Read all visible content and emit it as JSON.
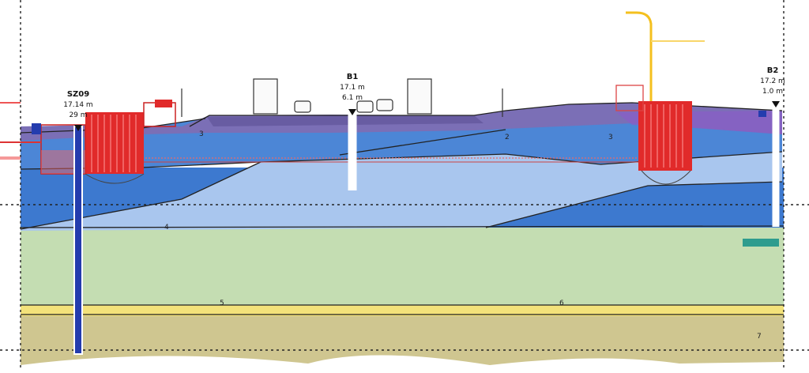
{
  "boreholes": [
    {
      "name": "SZ09",
      "elev": "17.14 m",
      "depth": "29 m"
    },
    {
      "name": "B1",
      "elev": "17.1 m",
      "depth": "6.1 m"
    },
    {
      "name": "B2",
      "elev": "17.2 m",
      "depth": "1.0 m"
    }
  ],
  "layer_marks": [
    "2",
    "3",
    "3",
    "4",
    "5",
    "6",
    "7"
  ],
  "colors": {
    "fill_top": "#7b6fb6",
    "clay_upper": "#4c86d6",
    "clay_lower": "#a9c6ee",
    "sand_blue": "#3d79cf",
    "silt_green": "#c4ddb2",
    "sand_yellow": "#f3e27a",
    "gravel": "#cfc690",
    "structure_red": "#e12a2a",
    "lamp_yellow": "#f4c01e",
    "borehole_blue": "#243cae"
  }
}
